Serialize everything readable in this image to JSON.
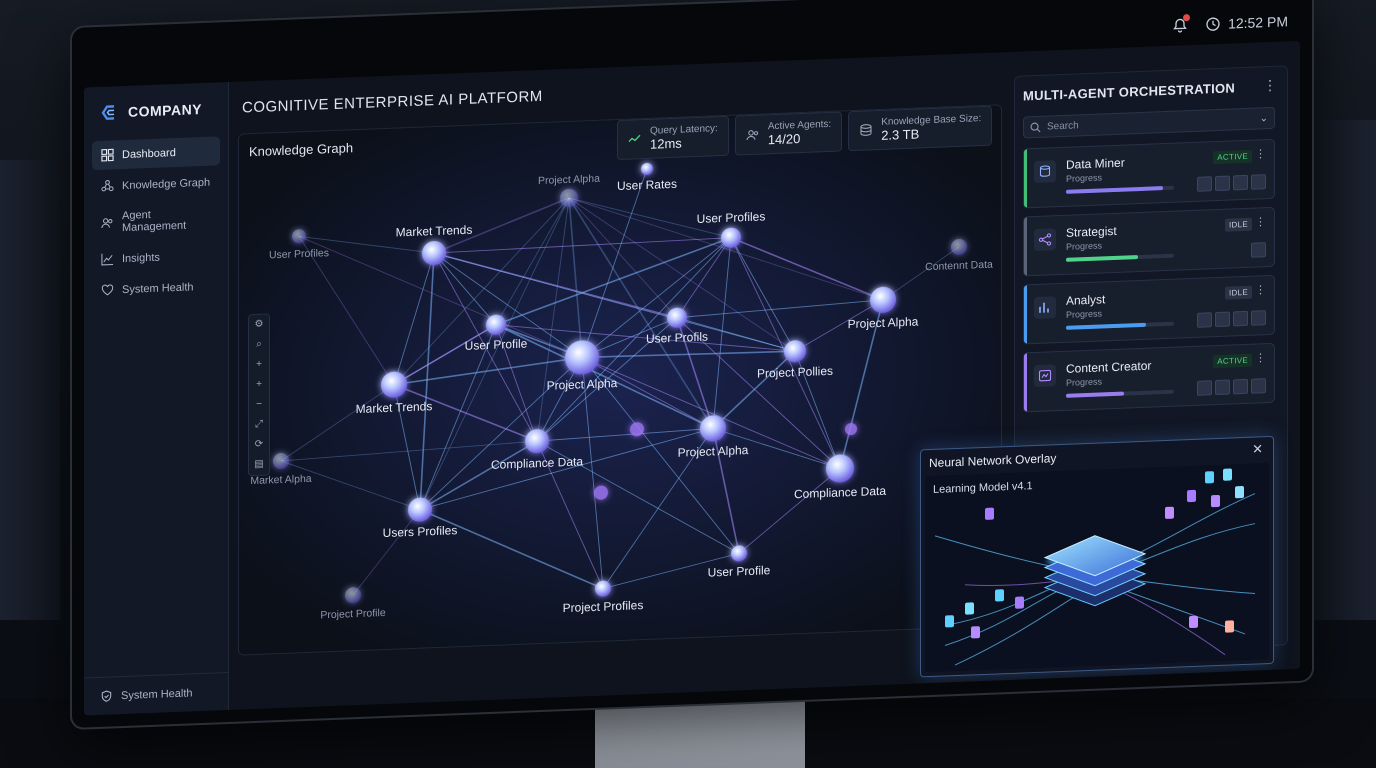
{
  "status": {
    "time": "12:52 PM",
    "notification_icon": "bell-icon",
    "clock_icon": "clock-icon"
  },
  "brand": {
    "name": "COMPANY"
  },
  "app_title": "COGNITIVE ENTERPRISE AI PLATFORM",
  "sidebar": {
    "items": [
      {
        "label": "Dashboard",
        "icon": "dashboard-icon",
        "active": true
      },
      {
        "label": "Knowledge Graph",
        "icon": "graph-icon",
        "active": false
      },
      {
        "label": "Agent Management",
        "icon": "users-icon",
        "active": false
      },
      {
        "label": "Insights",
        "icon": "chart-icon",
        "active": false
      },
      {
        "label": "System Health",
        "icon": "heart-icon",
        "active": false
      }
    ],
    "footer": "System Health"
  },
  "graph": {
    "title": "Knowledge Graph",
    "stats": [
      {
        "label": "Query Latency:",
        "value": "12ms"
      },
      {
        "label": "Active Agents:",
        "value": "14/20"
      },
      {
        "label": "Knowledge Base Size:",
        "value": "2.3 TB"
      }
    ],
    "nodes": [
      {
        "label": "Project Alpha"
      },
      {
        "label": "User Rates"
      },
      {
        "label": "Market Trends"
      },
      {
        "label": "User Profiles"
      },
      {
        "label": "User Profiles"
      },
      {
        "label": "Contennt Data"
      },
      {
        "label": "User Profile"
      },
      {
        "label": "User Profils"
      },
      {
        "label": "Project Alpha"
      },
      {
        "label": "Project Alpha"
      },
      {
        "label": "Market Trends"
      },
      {
        "label": "Project Pollies"
      },
      {
        "label": "Market Alpha"
      },
      {
        "label": "Compliance Data"
      },
      {
        "label": "Project Alpha"
      },
      {
        "label": "Compliance Data"
      },
      {
        "label": "Users Profiles"
      },
      {
        "label": "Project Profile"
      },
      {
        "label": "Project Profiles"
      },
      {
        "label": "User Profile"
      }
    ],
    "tools": [
      "⚙",
      "⌕",
      "+",
      "+",
      "−",
      "⤢",
      "⟳",
      "▤"
    ]
  },
  "orchestration": {
    "title": "MULTI-AGENT ORCHESTRATION",
    "search_placeholder": "Search",
    "progress_label": "Progress",
    "agents": [
      {
        "name": "Data Miner",
        "status": "ACTIVE",
        "progress": 0.9,
        "color": "#8a7cf0",
        "accent": "#3fbf78"
      },
      {
        "name": "Strategist",
        "status": "IDLE",
        "progress": 0.67,
        "color": "#4fd38a",
        "accent": "#5a6478"
      },
      {
        "name": "Analyst",
        "status": "IDLE",
        "progress": 0.74,
        "color": "#4a9cf0",
        "accent": "#4a9cf0"
      },
      {
        "name": "Content Creator",
        "status": "ACTIVE",
        "progress": 0.54,
        "color": "#9a7cf0",
        "accent": "#9a7cf0"
      }
    ]
  },
  "overlay": {
    "title": "Neural Network Overlay",
    "subtitle": "Learning Model v4.1"
  }
}
